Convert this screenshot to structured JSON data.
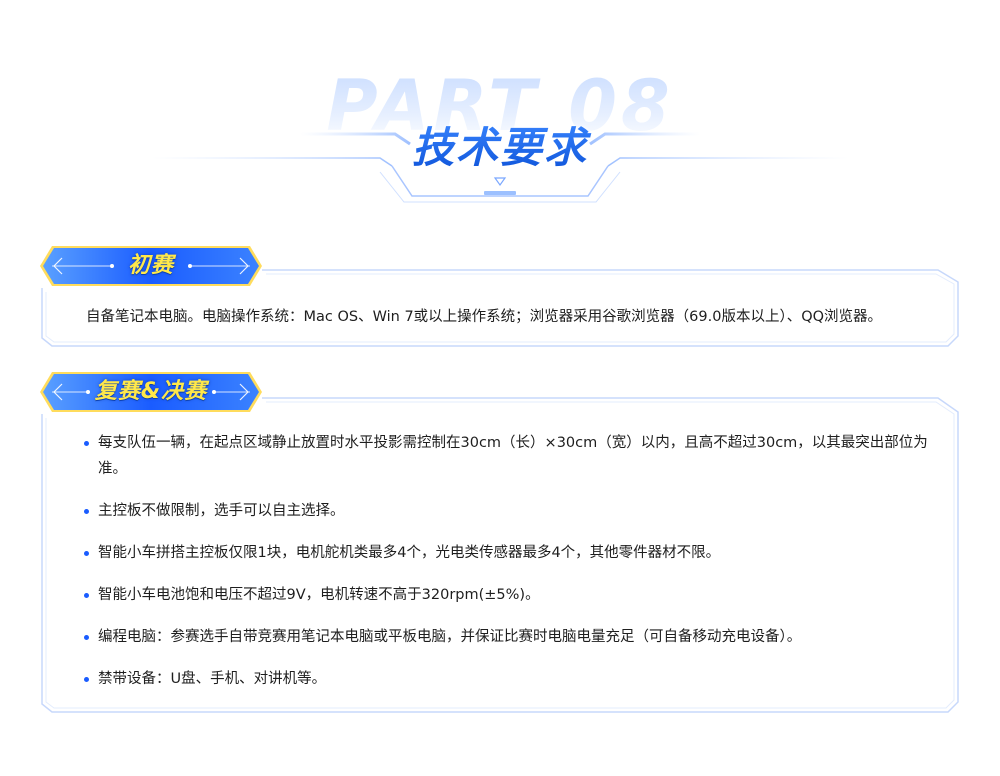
{
  "header": {
    "watermark": "PART 08",
    "title": "技术要求"
  },
  "colors": {
    "primary": "#1a5cff",
    "tag_text": "#ffe84a",
    "frame_border": "#c7d8fb",
    "body_text": "#1e1e1e"
  },
  "sections": {
    "preliminary": {
      "tag": "初赛",
      "text": "自备笔记本电脑。电脑操作系统：Mac OS、Win 7或以上操作系统；浏览器采用谷歌浏览器（69.0版本以上）、QQ浏览器。"
    },
    "finals": {
      "tag": "复赛&决赛",
      "items": [
        "每支队伍一辆，在起点区域静止放置时水平投影需控制在30cm（长）×30cm（宽）以内，且高不超过30cm，以其最突出部位为准。",
        "主控板不做限制，选手可以自主选择。",
        "智能小车拼搭主控板仅限1块，电机舵机类最多4个，光电类传感器最多4个，其他零件器材不限。",
        "智能小车电池饱和电压不超过9V，电机转速不高于320rpm(±5%)。",
        "编程电脑：参赛选手自带竞赛用笔记本电脑或平板电脑，并保证比赛时电脑电量充足（可自备移动充电设备）。",
        "禁带设备：U盘、手机、对讲机等。"
      ]
    }
  }
}
